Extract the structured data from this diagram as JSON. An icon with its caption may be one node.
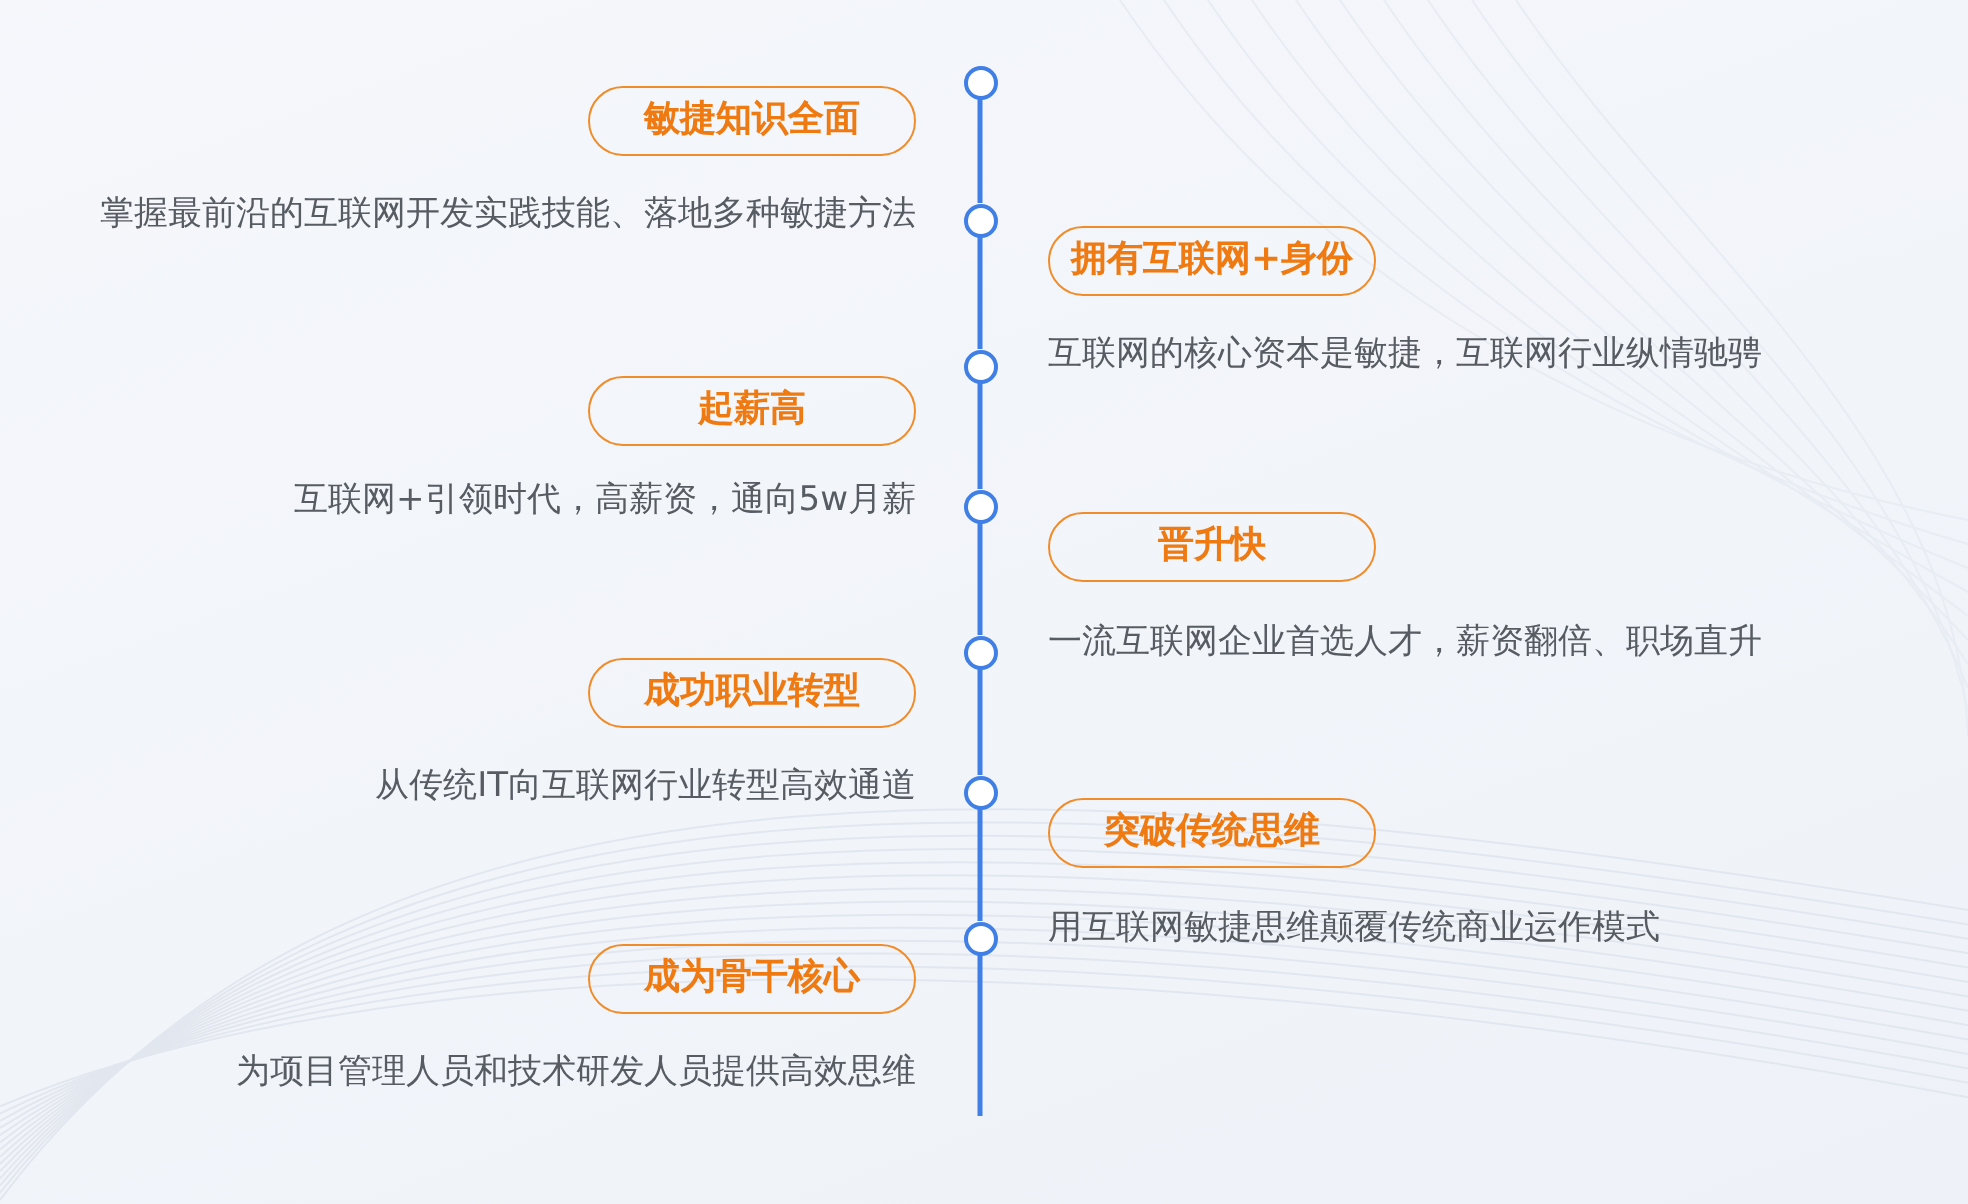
{
  "diagram": {
    "nodes": [
      {
        "text": [],
        "shape": "circle"
      },
      {
        "text": [
          "敏捷知识全面"
        ],
        "beside": [
          "掌握最前沿的互联网开发实践技能、落地多种敏捷方法"
        ]
      },
      {
        "text": [],
        "shape": "circle"
      },
      {
        "text": [
          "拥有互联网+身份"
        ],
        "beside": [
          "互联网的核心资本是敏捷，互联网行业纵情驰骋"
        ]
      },
      {
        "text": [],
        "shape": "circle"
      },
      {
        "text": [
          "起薪高"
        ],
        "beside": [
          "互联网+引领时代，高薪资，通向5w月薪"
        ]
      },
      {
        "text": [],
        "shape": "circle"
      },
      {
        "text": [
          "晋升快"
        ],
        "beside": [
          "一流互联网企业首选人才，薪资翻倍、职场直升"
        ]
      },
      {
        "text": [],
        "shape": "circle"
      },
      {
        "text": [
          "成功职业转型"
        ],
        "beside": [
          "从传统IT向互联网行业转型高效通道"
        ]
      },
      {
        "text": [],
        "shape": "circle"
      },
      {
        "text": [
          "突破传统思维"
        ],
        "beside": [
          "用互联网敏捷思维颠覆传统商业运作模式"
        ]
      },
      {
        "text": [],
        "shape": "circle"
      },
      {
        "text": [
          "成为骨干核心"
        ],
        "beside": [
          "为项目管理人员和技术研发人员提供高效思维"
        ]
      }
    ],
    "edges": [
      {
        "from": 0,
        "to": 2,
        "arrow": "none"
      },
      {
        "from": 2,
        "to": 4,
        "arrow": "none"
      },
      {
        "from": 4,
        "to": 6,
        "arrow": "none"
      },
      {
        "from": 6,
        "to": 8,
        "arrow": "none"
      },
      {
        "from": 8,
        "to": 10,
        "arrow": "none"
      },
      {
        "from": 10,
        "to": 12,
        "arrow": "none"
      },
      {
        "from": 12,
        "to": null,
        "arrow": "none"
      }
    ]
  }
}
